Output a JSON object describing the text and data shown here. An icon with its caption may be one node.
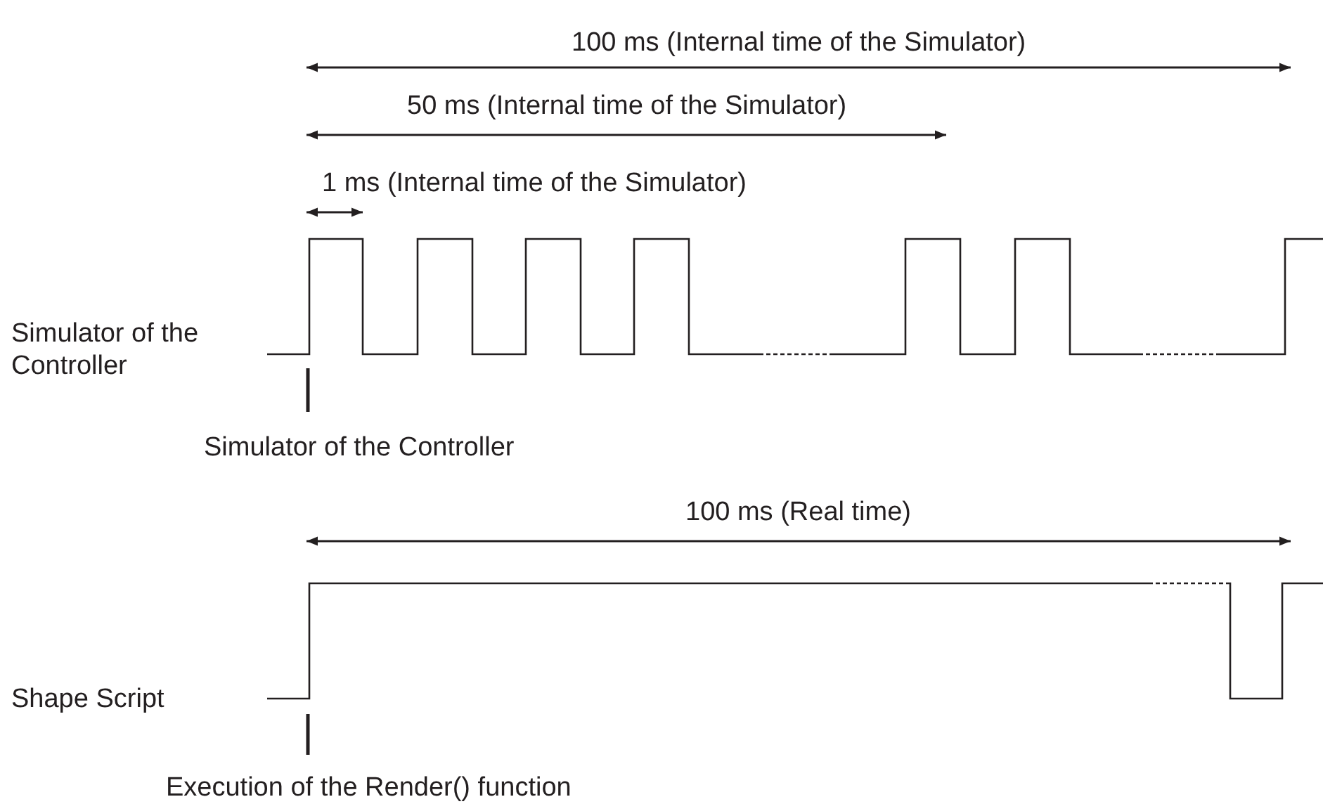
{
  "diagram": {
    "labels": [
      "100 ms (Internal time of the Simulator)",
      "50 ms (Internal time of the Simulator)",
      "1 ms (Internal time of the Simulator)",
      "Simulator of the Controller",
      "Simulator of the Controller",
      "100 ms (Real time)",
      "Shape Script",
      "Execution of the Render() function"
    ]
  }
}
